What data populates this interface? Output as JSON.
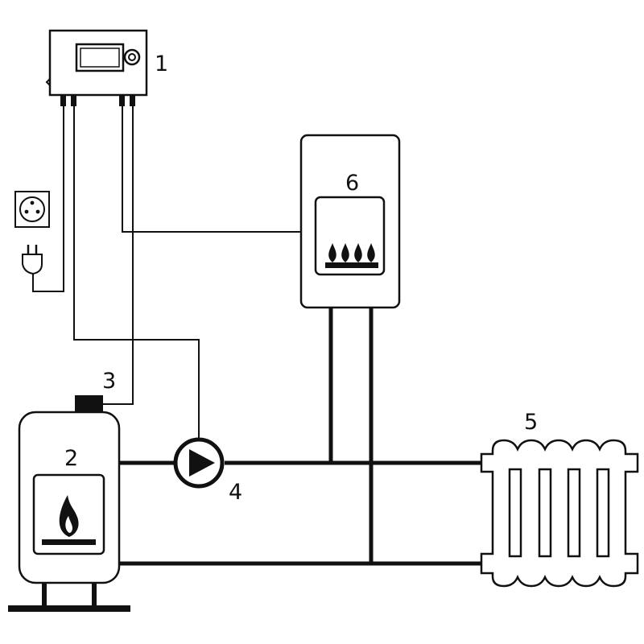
{
  "labels": {
    "controller": "1",
    "solid_boiler": "2",
    "sensor": "3",
    "pump": "4",
    "radiator": "5",
    "gas_boiler": "6"
  },
  "colors": {
    "line": "#111111",
    "background": "#ffffff"
  },
  "icons": {
    "controller": "controller-icon",
    "socket": "power-socket-icon",
    "plug": "power-plug-icon",
    "solid_fire": "flame-icon",
    "gas_fire": "gas-burner-icon",
    "pump": "pump-icon",
    "radiator": "radiator-icon"
  }
}
